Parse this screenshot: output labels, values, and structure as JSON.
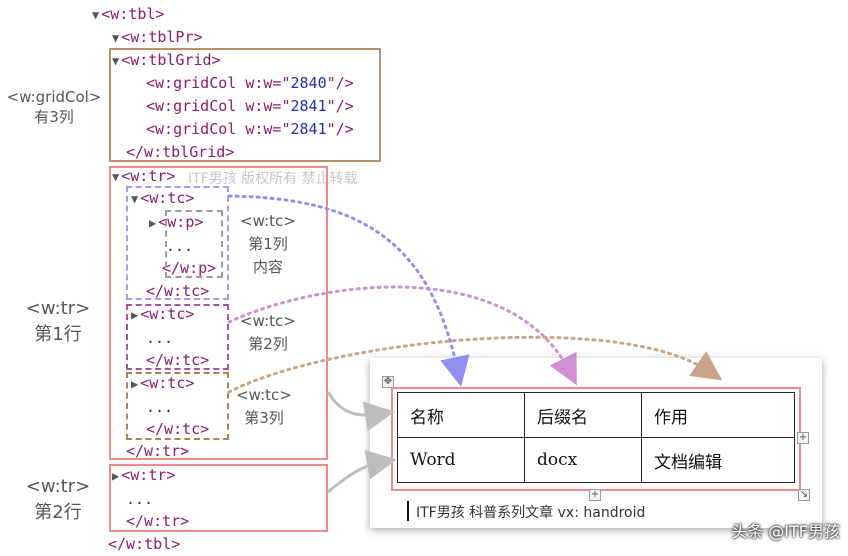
{
  "code": {
    "tbl_open": "<w:tbl>",
    "tblpr": "<w:tblPr>",
    "tblgrid_open": "<w:tblGrid>",
    "gridcol_1_pre": "<w:gridCol w:w=\"",
    "gridcol_1_val": "2840",
    "gridcol_2_pre": "<w:gridCol w:w=\"",
    "gridcol_2_val": "2841",
    "gridcol_3_pre": "<w:gridCol w:w=\"",
    "gridcol_3_val": "2841",
    "gridcol_post": "\"/>",
    "tblgrid_close": "</w:tblGrid>",
    "tr1_open": "<w:tr>",
    "tc1_open": "<w:tc>",
    "p_open": "<w:p>",
    "p_dots": "...",
    "p_close": "</w:p>",
    "tc1_close": "</w:tc>",
    "tc2_open": "<w:tc>",
    "tc2_dots": "...",
    "tc2_close": "</w:tc>",
    "tc3_open": "<w:tc>",
    "tc3_dots": "...",
    "tc3_close": "</w:tc>",
    "tr1_close": "</w:tr>",
    "tr2_open": "<w:tr>",
    "tr2_dots": "...",
    "tr2_close": "</w:tr>",
    "tbl_close": "</w:tbl>"
  },
  "notes": {
    "gridcol_line1": "<w:gridCol>",
    "gridcol_line2": "有3列",
    "tc1_line1": "<w:tc>",
    "tc1_line2": "第1列",
    "tc1_line3": "内容",
    "tc2_line1": "<w:tc>",
    "tc2_line2": "第2列",
    "tc3_line1": "<w:tc>",
    "tc3_line2": "第3列",
    "tr1_line1": "<w:tr>",
    "tr1_line2": "第1行",
    "tr2_line1": "<w:tr>",
    "tr2_line2": "第2行"
  },
  "watermark": "ITF男孩 版权所有 禁止转载",
  "word_table": {
    "rows": [
      [
        "名称",
        "后缀名",
        "作用"
      ],
      [
        "Word",
        "docx",
        "文档编辑"
      ]
    ]
  },
  "caption": "ITF男孩 科普系列文章  vx: handroid",
  "footer": "头条 @ITF男孩",
  "colors": {
    "grid_box": "#b8906a",
    "row_box": "#ef8a8a",
    "tc1": "#9d9ef2",
    "tc2": "#a352a6",
    "tc3": "#ad8350",
    "tc1_arrow": "#8f8ff0",
    "tc2_arrow": "#cf8fd0",
    "tc3_arrow": "#c9a488",
    "grey_arrow": "#bdbdbd",
    "p_box": "#9a9a9a"
  }
}
